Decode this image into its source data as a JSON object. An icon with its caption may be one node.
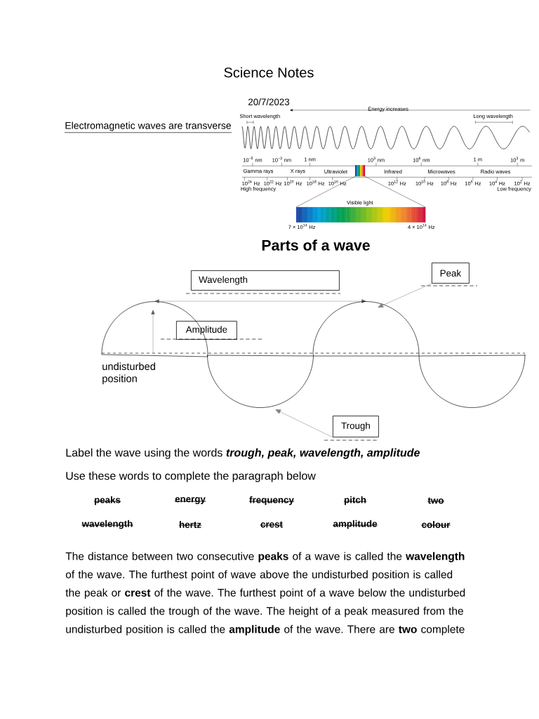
{
  "diagram": {
    "title": "Science Notes",
    "nodes": [
      {
        "text": [
          "Wavelength"
        ]
      },
      {
        "text": [
          "Peak"
        ]
      },
      {
        "text": [
          "Amplitude"
        ]
      },
      {
        "text": [
          "Trough"
        ]
      },
      {
        "text": [],
        "shape": "arc"
      },
      {
        "text": [],
        "shape": "arc"
      }
    ],
    "edges": [
      {
        "from": 1,
        "to": 4,
        "arrow": "to",
        "color": "#808080"
      },
      {
        "from": 3,
        "to": 5,
        "arrow": "to",
        "color": "#808080"
      }
    ],
    "labels": [
      "20/7/2023",
      "Electromagnetic waves are transverse",
      "Energy increases",
      "Short wavelength",
      "Long wavelength",
      "10$^{−5}$ nm",
      "10$^{−3}$ nm",
      "1 nm",
      "10$^{3}$ nm",
      "10$^{6}$ nm",
      "1 m",
      "10$^{3}$ m",
      "Gamma rays",
      "X rays",
      "Ultraviolet",
      "Infrared",
      "Microwaves",
      "Radio waves",
      "10$^{24}$ Hz",
      "10$^{22}$ Hz",
      "10$^{20}$ Hz",
      "10$^{18}$ Hz",
      "10$^{16}$ Hz",
      "10$^{12}$ Hz",
      "10$^{10}$ Hz",
      "10$^{8}$ Hz",
      "10$^{6}$ Hz",
      "10$^{4}$ Hz",
      "10$^{2}$ Hz",
      "High frequency",
      "Low frequency",
      "Visible light",
      "7 × 10$^{14}$ Hz",
      "4 × 10$^{14}$ Hz",
      "Parts of a wave",
      "undisturbed position",
      "Label the wave using the words",
      "trough, peak, wavelength, amplitude",
      "Use these words to complete the paragraph below",
      "peaks",
      "energy",
      "frequency",
      "pitch",
      "two",
      "wavelength",
      "hertz",
      "crest",
      "amplitude",
      "colour",
      "The distance between two consecutive **peaks** of a wave is called the **wavelength** of the wave. The furthest point of wave above the undisturbed position is called the peak or **crest** of the wave. The furthest point of a wave below the undisturbed position is called the trough of the wave. The height of a peak measured from the undisturbed position is called the **amplitude** of the wave. There are **two** complete"
    ]
  }
}
